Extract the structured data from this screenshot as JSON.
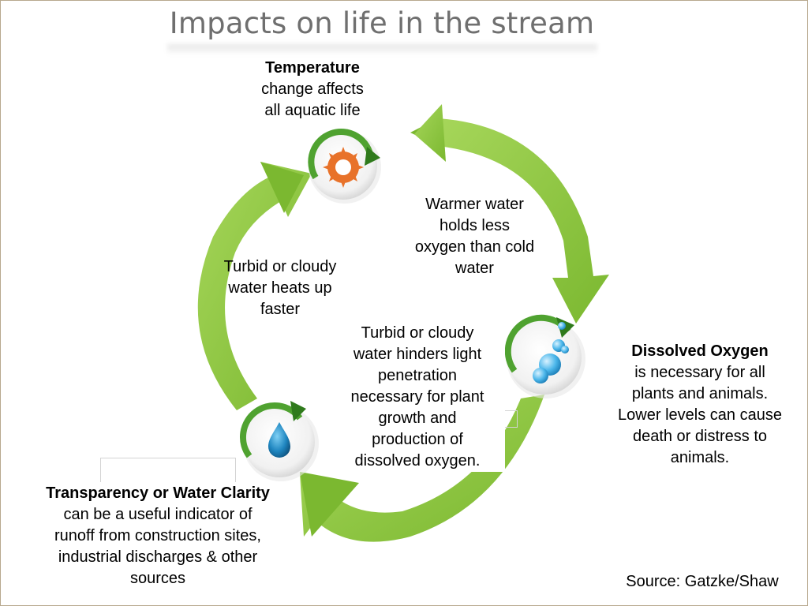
{
  "title": "Impacts on life in the stream",
  "nodes": {
    "temperature": {
      "heading": "Temperature",
      "body": "change affects\nall aquatic life",
      "icon": "sun-icon"
    },
    "dissolved_oxygen": {
      "heading": "Dissolved Oxygen",
      "body": "is necessary for all\nplants and animals.\nLower levels can cause\ndeath or distress to\nanimals.",
      "icon": "bubbles-icon"
    },
    "transparency": {
      "heading": "Transparency or Water Clarity",
      "body": "can be a useful indicator of\nrunoff from construction sites,\nindustrial discharges & other\nsources",
      "icon": "water-drop-icon"
    }
  },
  "links": {
    "temp_to_oxygen": "Warmer water\nholds less\noxygen than cold\nwater",
    "clarity_to_temp": "Turbid or cloudy\nwater heats up\nfaster",
    "clarity_to_oxygen": "Turbid or cloudy\nwater hinders light\npenetration\nnecessary for plant\ngrowth and\nproduction of\ndissolved oxygen."
  },
  "source": "Source: Gatzke/Shaw",
  "colors": {
    "arrow_green": "#8cc63f",
    "arrow_dark": "#5e9e23",
    "title_gray": "#6f6f6f",
    "sun_orange": "#e8722a",
    "water_blue": "#2a8fc4"
  }
}
